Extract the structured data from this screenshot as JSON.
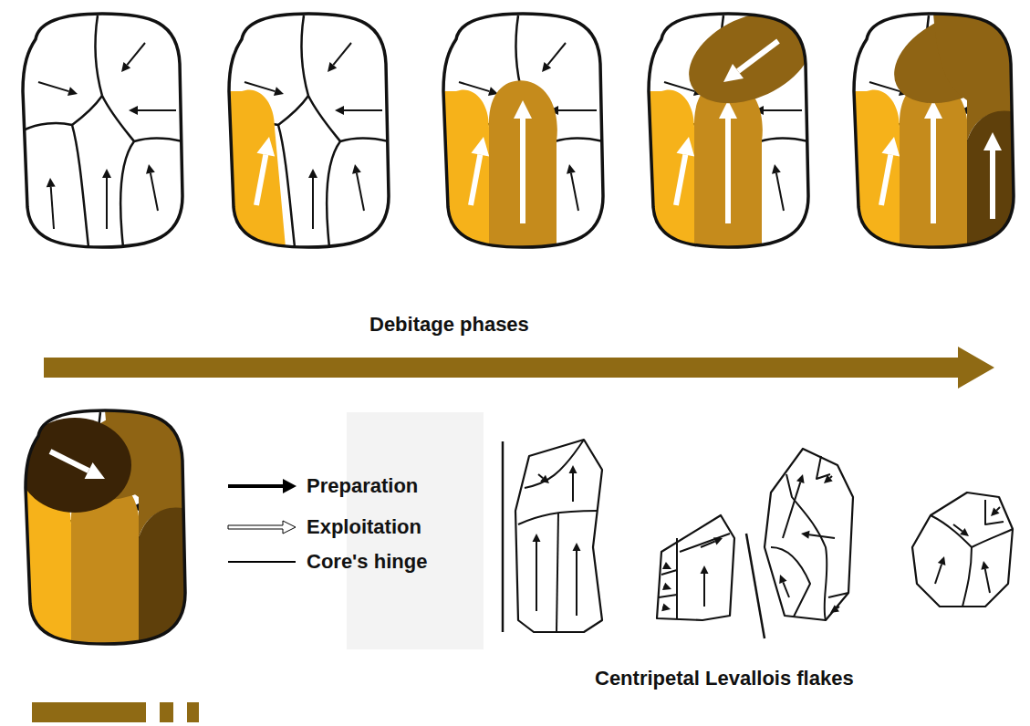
{
  "diagram": {
    "labels": [
      "Debitage phases",
      "Centripetal Levallois flakes"
    ],
    "legend": [
      {
        "text": "Preparation"
      },
      {
        "text": "Exploitation"
      },
      {
        "text": "Core's hinge"
      }
    ]
  }
}
